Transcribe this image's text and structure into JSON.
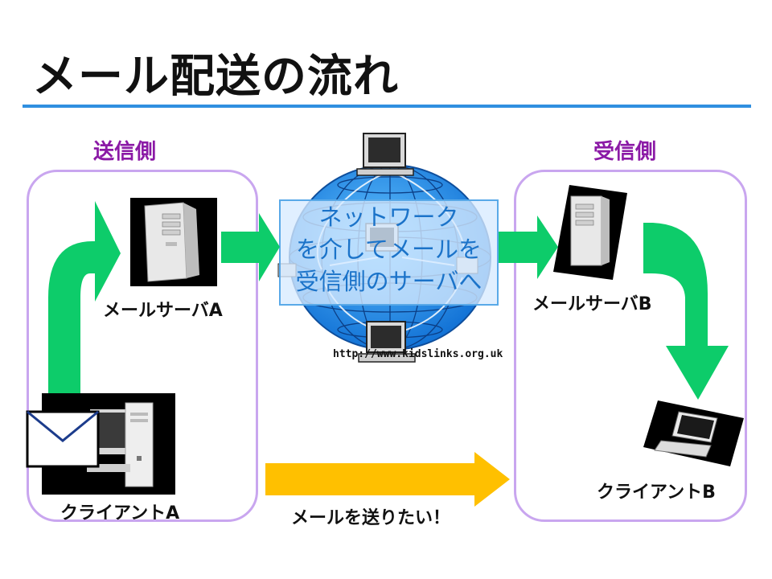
{
  "title": "メール配送の流れ",
  "sender": {
    "heading": "送信側",
    "server_label": "メールサーバA",
    "client_label": "クライアントA"
  },
  "receiver": {
    "heading": "受信側",
    "server_label": "メールサーバB",
    "client_label": "クライアントB"
  },
  "network": {
    "lines": [
      "ネットワーク",
      "を介してメールを",
      "受信側のサーバへ"
    ],
    "credit": "http://www.kidslinks.org.uk"
  },
  "send_message": "メールを送りたい！",
  "colors": {
    "accent_rule": "#2f8fe0",
    "heading": "#8b1aa6",
    "panel_border": "#c9a6ef",
    "flow_arrow": "#0dcc6a",
    "intent_arrow": "#ffc000",
    "network_text": "#1b73c9"
  },
  "icons": [
    "server-tower-icon",
    "desktop-computer-icon",
    "envelope-icon",
    "laptop-icon",
    "globe-network-icon",
    "crt-monitor-icon"
  ]
}
